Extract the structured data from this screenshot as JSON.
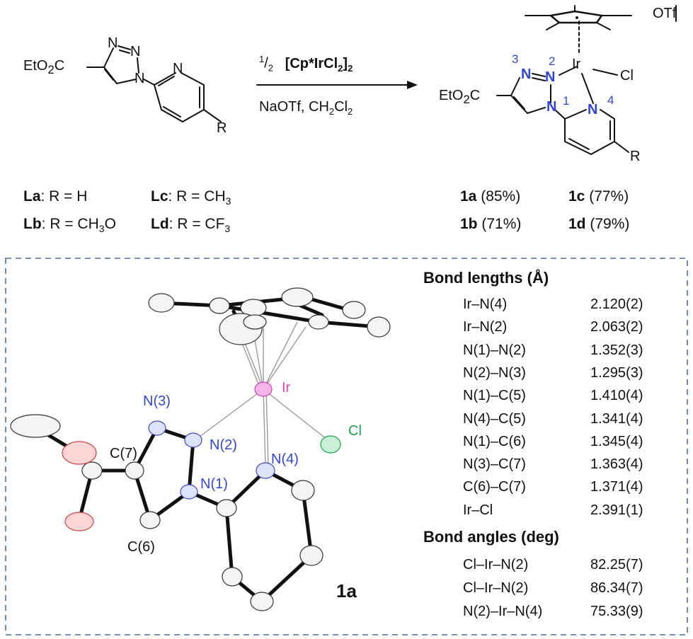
{
  "reaction": {
    "reagent_frac_num": "1",
    "reagent_frac_den": "2",
    "reagent_main": "[Cp*IrCl",
    "reagent_sub": "2",
    "reagent_close": "]",
    "reagent_sub2": "2",
    "conditions_a": "NaOTf, CH",
    "conditions_sub1": "2",
    "conditions_b": "Cl",
    "conditions_sub2": "2"
  },
  "reactant": {
    "ester": "EtO",
    "ester_sub": "2",
    "ester_tail": "C",
    "atoms": {
      "n_a": "N",
      "n_b": "N",
      "n_c": "N",
      "n_py": "N",
      "r": "R"
    }
  },
  "product": {
    "ester": "EtO",
    "ester_sub": "2",
    "ester_tail": "C",
    "counterion": "OTf",
    "ir": "Ir",
    "cl": "Cl",
    "r": "R",
    "atoms": {
      "n3": "N",
      "n2": "N",
      "n1": "N",
      "n4": "N"
    },
    "numbers": {
      "n3": "3",
      "n2": "2",
      "n1": "1",
      "n4": "4"
    }
  },
  "ligands": [
    {
      "code": "La",
      "text": ": R = H",
      "sub": ""
    },
    {
      "code": "Lb",
      "text": ": R = CH",
      "sub": "3",
      "tail": "O"
    },
    {
      "code": "Lc",
      "text": ": R = CH",
      "sub": "3",
      "tail": ""
    },
    {
      "code": "Ld",
      "text": ": R = CF",
      "sub": "3",
      "tail": ""
    }
  ],
  "products": [
    {
      "code": "1a",
      "yield": "(85%)"
    },
    {
      "code": "1b",
      "yield": "(71%)"
    },
    {
      "code": "1c",
      "yield": "(77%)"
    },
    {
      "code": "1d",
      "yield": "(79%)"
    }
  ],
  "crystal": {
    "compound": "1a",
    "labels": {
      "ir": "Ir",
      "cl": "Cl",
      "n1": "N(1)",
      "n2": "N(2)",
      "n3": "N(3)",
      "n4": "N(4)",
      "c6": "C(6)",
      "c7": "C(7)"
    }
  },
  "bond_lengths": {
    "title": "Bond lengths (Å)",
    "rows": [
      {
        "bond": "Ir–N(4)",
        "value": "2.120(2)"
      },
      {
        "bond": "Ir–N(2)",
        "value": "2.063(2)"
      },
      {
        "bond": "N(1)–N(2)",
        "value": "1.352(3)"
      },
      {
        "bond": "N(2)–N(3)",
        "value": "1.295(3)"
      },
      {
        "bond": "N(1)–C(5)",
        "value": "1.410(4)"
      },
      {
        "bond": "N(4)–C(5)",
        "value": "1.341(4)"
      },
      {
        "bond": "N(1)–C(6)",
        "value": "1.345(4)"
      },
      {
        "bond": "N(3)–C(7)",
        "value": "1.363(4)"
      },
      {
        "bond": "C(6)–C(7)",
        "value": "1.371(4)"
      },
      {
        "bond": "Ir–Cl",
        "value": "2.391(1)"
      }
    ]
  },
  "bond_angles": {
    "title": "Bond angles (deg)",
    "rows": [
      {
        "bond": "Cl–Ir–N(2)",
        "value": "82.25(7)"
      },
      {
        "bond": "Cl–Ir–N(2)",
        "value": "86.34(7)"
      },
      {
        "bond": "N(2)–Ir–N(4)",
        "value": "75.33(9)"
      }
    ]
  },
  "colors": {
    "nitrogen_label": "#2f46d8",
    "iridium": "#e040c8",
    "chlorine": "#19a84a",
    "oxygen": "#e05050",
    "frame": "#4a6f9a"
  }
}
